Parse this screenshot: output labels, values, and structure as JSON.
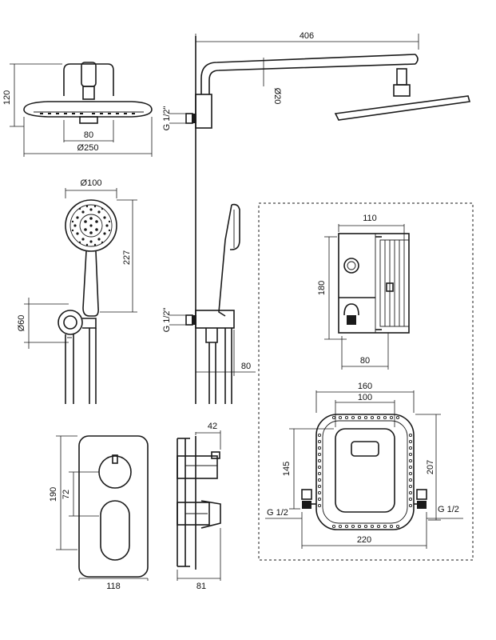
{
  "dimensions": {
    "d406": "406",
    "d20": "Ø20",
    "d120": "120",
    "d80_head": "80",
    "d250": "Ø250",
    "d_g12_top": "G 1/2\"",
    "d100_hand": "Ø100",
    "d227": "227",
    "d60": "Ø60",
    "d_g12_mid": "G 1/2\"",
    "d80_mid": "80",
    "d110": "110",
    "d180": "180",
    "d80_box": "80",
    "d160": "160",
    "d100_box": "100",
    "d145": "145",
    "d207": "207",
    "d_g12_left": "G 1/2",
    "d_g12_right": "G 1/2",
    "d220": "220",
    "d190": "190",
    "d72": "72",
    "d118": "118",
    "d42": "42",
    "d81": "81"
  }
}
